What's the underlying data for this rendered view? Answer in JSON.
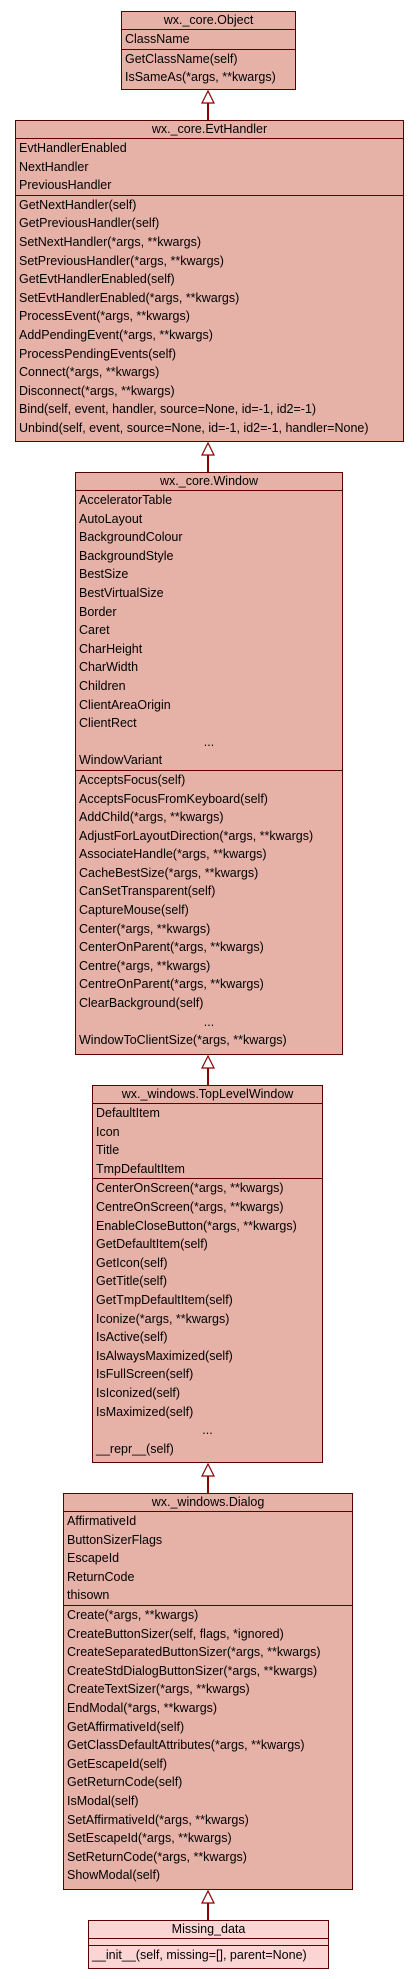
{
  "classes": [
    {
      "name": "wx._core.Object",
      "attributes": [
        "ClassName"
      ],
      "methods": [
        "GetClassName(self)",
        "IsSameAs(*args, **kwargs)"
      ]
    },
    {
      "name": "wx._core.EvtHandler",
      "attributes": [
        "EvtHandlerEnabled",
        "NextHandler",
        "PreviousHandler"
      ],
      "methods": [
        "GetNextHandler(self)",
        "GetPreviousHandler(self)",
        "SetNextHandler(*args, **kwargs)",
        "SetPreviousHandler(*args, **kwargs)",
        "GetEvtHandlerEnabled(self)",
        "SetEvtHandlerEnabled(*args, **kwargs)",
        "ProcessEvent(*args, **kwargs)",
        "AddPendingEvent(*args, **kwargs)",
        "ProcessPendingEvents(self)",
        "Connect(*args, **kwargs)",
        "Disconnect(*args, **kwargs)",
        "Bind(self, event, handler, source=None, id=-1, id2=-1)",
        "Unbind(self, event, source=None, id=-1, id2=-1, handler=None)"
      ]
    },
    {
      "name": "wx._core.Window",
      "attributes": [
        "AcceleratorTable",
        "AutoLayout",
        "BackgroundColour",
        "BackgroundStyle",
        "BestSize",
        "BestVirtualSize",
        "Border",
        "Caret",
        "CharHeight",
        "CharWidth",
        "Children",
        "ClientAreaOrigin",
        "ClientRect",
        "...",
        "WindowVariant"
      ],
      "methods": [
        "AcceptsFocus(self)",
        "AcceptsFocusFromKeyboard(self)",
        "AddChild(*args, **kwargs)",
        "AdjustForLayoutDirection(*args, **kwargs)",
        "AssociateHandle(*args, **kwargs)",
        "CacheBestSize(*args, **kwargs)",
        "CanSetTransparent(self)",
        "CaptureMouse(self)",
        "Center(*args, **kwargs)",
        "CenterOnParent(*args, **kwargs)",
        "Centre(*args, **kwargs)",
        "CentreOnParent(*args, **kwargs)",
        "ClearBackground(self)",
        "...",
        "WindowToClientSize(*args, **kwargs)"
      ]
    },
    {
      "name": "wx._windows.TopLevelWindow",
      "attributes": [
        "DefaultItem",
        "Icon",
        "Title",
        "TmpDefaultItem"
      ],
      "methods": [
        "CenterOnScreen(*args, **kwargs)",
        "CentreOnScreen(*args, **kwargs)",
        "EnableCloseButton(*args, **kwargs)",
        "GetDefaultItem(self)",
        "GetIcon(self)",
        "GetTitle(self)",
        "GetTmpDefaultItem(self)",
        "Iconize(*args, **kwargs)",
        "IsActive(self)",
        "IsAlwaysMaximized(self)",
        "IsFullScreen(self)",
        "IsIconized(self)",
        "IsMaximized(self)",
        "...",
        "__repr__(self)"
      ]
    },
    {
      "name": "wx._windows.Dialog",
      "attributes": [
        "AffirmativeId",
        "ButtonSizerFlags",
        "EscapeId",
        "ReturnCode",
        "thisown"
      ],
      "methods": [
        "Create(*args, **kwargs)",
        "CreateButtonSizer(self, flags, *ignored)",
        "CreateSeparatedButtonSizer(*args, **kwargs)",
        "CreateStdDialogButtonSizer(*args, **kwargs)",
        "CreateTextSizer(*args, **kwargs)",
        "EndModal(*args, **kwargs)",
        "GetAffirmativeId(self)",
        "GetClassDefaultAttributes(*args, **kwargs)",
        "GetEscapeId(self)",
        "GetReturnCode(self)",
        "IsModal(self)",
        "SetAffirmativeId(*args, **kwargs)",
        "SetEscapeId(*args, **kwargs)",
        "SetReturnCode(*args, **kwargs)",
        "ShowModal(self)"
      ]
    },
    {
      "name": "Missing_data",
      "attributes": [],
      "methods": [
        "__init__(self, missing=[], parent=None)"
      ]
    }
  ],
  "colors": {
    "class_fill": "#e6b2a8",
    "leaf_class_fill": "#fbd4d4",
    "border": "#5a0000",
    "arrow": "#8b0000"
  }
}
